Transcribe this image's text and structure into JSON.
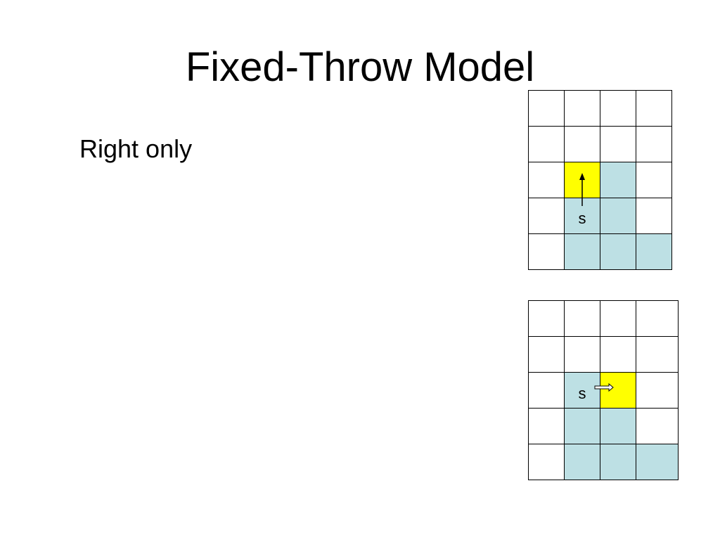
{
  "slide": {
    "title": "Fixed-Throw Model",
    "bullet": "Right only"
  },
  "colors": {
    "reachable": "#bde0e4",
    "target": "#ffff00",
    "empty": "#ffffff",
    "grid_line": "#000000"
  },
  "grids": [
    {
      "rows": 5,
      "cols": 4,
      "reachable_cells": [
        [
          2,
          2
        ],
        [
          3,
          1
        ],
        [
          3,
          2
        ],
        [
          4,
          1
        ],
        [
          4,
          2
        ],
        [
          4,
          3
        ]
      ],
      "target_cell": [
        2,
        1
      ],
      "start_cell": [
        3,
        1
      ],
      "start_label": "s",
      "arrow": "up",
      "arrow_icon": "arrow-up-icon"
    },
    {
      "rows": 5,
      "cols": 4,
      "reachable_cells": [
        [
          2,
          1
        ],
        [
          3,
          1
        ],
        [
          3,
          2
        ],
        [
          4,
          1
        ],
        [
          4,
          2
        ],
        [
          4,
          3
        ]
      ],
      "target_cell": [
        2,
        2
      ],
      "start_cell": [
        2,
        1
      ],
      "start_label": "s",
      "arrow": "right",
      "arrow_icon": "block-arrow-right-icon"
    }
  ]
}
